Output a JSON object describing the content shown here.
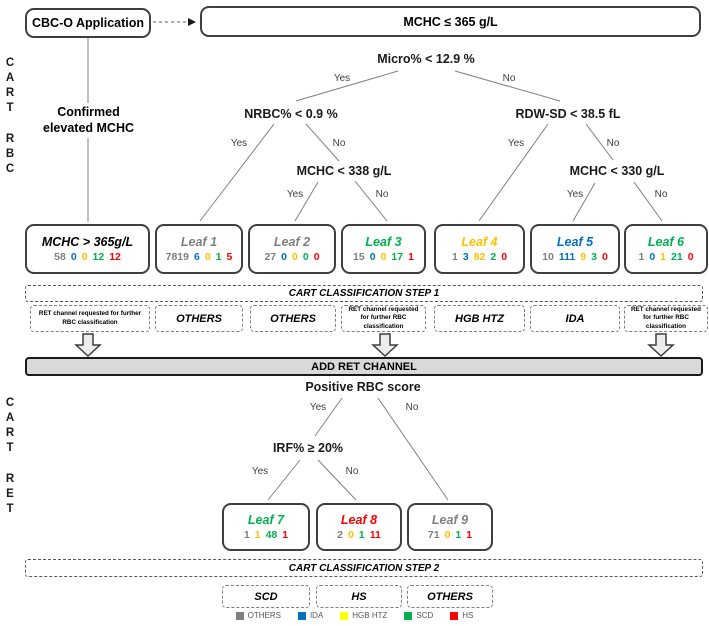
{
  "labels": {
    "yes": "Yes",
    "no": "No"
  },
  "top": {
    "app_box": "CBC-O Application",
    "root_box": "MCHC ≤ 365 g/L",
    "confirmed": "Confirmed elevated MCHC"
  },
  "side_labels": {
    "cart_top": "CART",
    "rbc": "RBC",
    "cart_bottom": "CART",
    "ret": "RET"
  },
  "tree1_nodes": {
    "micro": "Micro% < 12.9 %",
    "nrbc": "NRBC% < 0.9 %",
    "rdw": "RDW-SD < 38.5 fL",
    "mchc338": "MCHC < 338 g/L",
    "mchc330": "MCHC < 330 g/L"
  },
  "tree2_nodes": {
    "positive": "Positive RBC score",
    "irf": "IRF% ≥ 20%"
  },
  "value_colors": {
    "others": "#7f7f7f",
    "ida": "#0070C0",
    "hgb_htz": "#FFC000",
    "scd": "#00B050",
    "hs": "#FF0000"
  },
  "leaves_step1": [
    {
      "title": "MCHC > 365g/L",
      "title_color": "#000000",
      "values": [
        [
          "58",
          "others"
        ],
        [
          "0",
          "ida"
        ],
        [
          "0",
          "hgb_htz"
        ],
        [
          "12",
          "scd"
        ],
        [
          "12",
          "hs"
        ]
      ]
    },
    {
      "title": "Leaf 1",
      "title_color": "#7f7f7f",
      "values": [
        [
          "7819",
          "others"
        ],
        [
          "6",
          "ida"
        ],
        [
          "0",
          "hgb_htz"
        ],
        [
          "1",
          "scd"
        ],
        [
          "5",
          "hs"
        ]
      ]
    },
    {
      "title": "Leaf 2",
      "title_color": "#7f7f7f",
      "values": [
        [
          "27",
          "others"
        ],
        [
          "0",
          "ida"
        ],
        [
          "0",
          "hgb_htz"
        ],
        [
          "0",
          "scd"
        ],
        [
          "0",
          "hs"
        ]
      ]
    },
    {
      "title": "Leaf 3",
      "title_color": "#00B050",
      "values": [
        [
          "15",
          "others"
        ],
        [
          "0",
          "ida"
        ],
        [
          "0",
          "hgb_htz"
        ],
        [
          "17",
          "scd"
        ],
        [
          "1",
          "hs"
        ]
      ]
    },
    {
      "title": "Leaf 4",
      "title_color": "#FFC000",
      "values": [
        [
          "1",
          "others"
        ],
        [
          "3",
          "ida"
        ],
        [
          "82",
          "hgb_htz"
        ],
        [
          "2",
          "scd"
        ],
        [
          "0",
          "hs"
        ]
      ]
    },
    {
      "title": "Leaf 5",
      "title_color": "#0070C0",
      "values": [
        [
          "10",
          "others"
        ],
        [
          "111",
          "ida"
        ],
        [
          "9",
          "hgb_htz"
        ],
        [
          "3",
          "scd"
        ],
        [
          "0",
          "hs"
        ]
      ]
    },
    {
      "title": "Leaf 6",
      "title_color": "#00B050",
      "values": [
        [
          "1",
          "others"
        ],
        [
          "0",
          "ida"
        ],
        [
          "1",
          "hgb_htz"
        ],
        [
          "21",
          "scd"
        ],
        [
          "0",
          "hs"
        ]
      ]
    }
  ],
  "step1": {
    "title": "CART CLASSIFICATION STEP 1",
    "labels": [
      "RET channel requested for further RBC classification",
      "OTHERS",
      "OTHERS",
      "RET channel requested for further RBC classification",
      "HGB HTZ",
      "IDA",
      "RET channel requested for further RBC classification"
    ]
  },
  "ret_bar": "ADD RET CHANNEL",
  "leaves_step2": [
    {
      "title": "Leaf 7",
      "title_color": "#00B050",
      "values": [
        [
          "1",
          "others"
        ],
        [
          "1",
          "hgb_htz"
        ],
        [
          "48",
          "scd"
        ],
        [
          "1",
          "hs"
        ]
      ]
    },
    {
      "title": "Leaf 8",
      "title_color": "#FF0000",
      "values": [
        [
          "2",
          "others"
        ],
        [
          "0",
          "hgb_htz"
        ],
        [
          "1",
          "scd"
        ],
        [
          "11",
          "hs"
        ]
      ]
    },
    {
      "title": "Leaf 9",
      "title_color": "#7f7f7f",
      "values": [
        [
          "71",
          "others"
        ],
        [
          "0",
          "hgb_htz"
        ],
        [
          "1",
          "scd"
        ],
        [
          "1",
          "hs"
        ]
      ]
    }
  ],
  "step2": {
    "title": "CART CLASSIFICATION STEP 2",
    "labels": [
      "SCD",
      "HS",
      "OTHERS"
    ]
  },
  "legend": [
    {
      "label": "OTHERS",
      "color": "#808080"
    },
    {
      "label": "IDA",
      "color": "#0070C0"
    },
    {
      "label": "HGB HTZ",
      "color": "#FFFF00"
    },
    {
      "label": "SCD",
      "color": "#00B050"
    },
    {
      "label": "HS",
      "color": "#FF0000"
    }
  ]
}
